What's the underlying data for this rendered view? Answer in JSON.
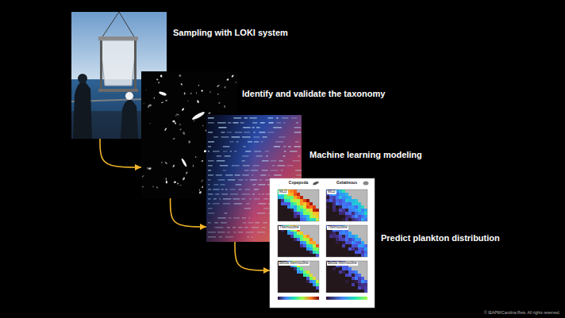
{
  "diagram": {
    "nodes": [
      {
        "text": [
          "Sampling with LOKI system"
        ]
      },
      {
        "text": [
          "Identify and validate the taxonomy"
        ]
      },
      {
        "text": [
          "Machine learning modeling"
        ]
      },
      {
        "text": [
          "Predict plankton distribution"
        ]
      }
    ],
    "edges": [
      {
        "from": 0,
        "to": 1,
        "arrow": "to"
      },
      {
        "from": 1,
        "to": 2,
        "arrow": "to"
      },
      {
        "from": 2,
        "to": 3,
        "arrow": "to"
      }
    ],
    "labels": [
      "Copepoda",
      "Gelatinous",
      "MLD",
      "MLD",
      "Thermocline",
      "Thermocline",
      "Below thermocline",
      "Below thermocline",
      "© IEAPM/Carolina Reis. All rights reserved."
    ]
  }
}
